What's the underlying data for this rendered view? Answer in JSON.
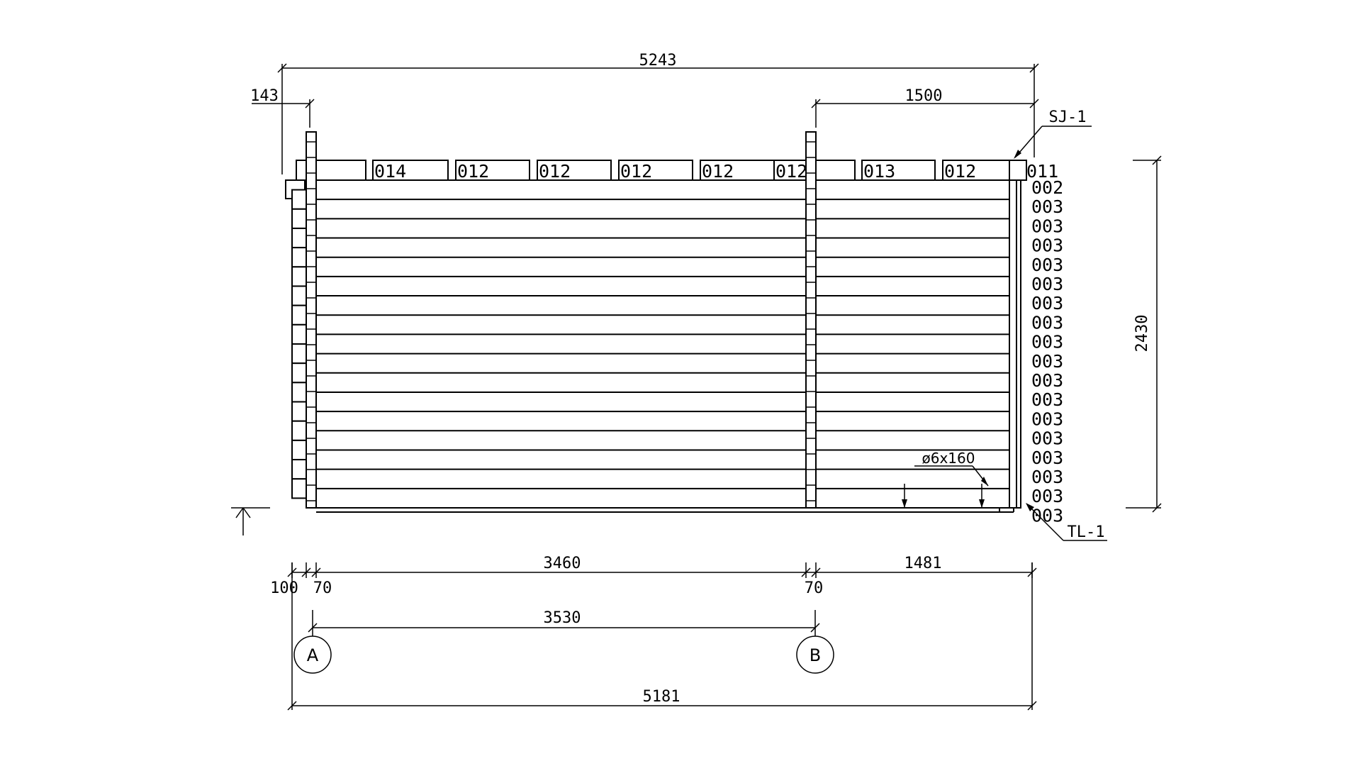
{
  "dimensions": {
    "overall_top": "5243",
    "left_offset": "143",
    "right_top": "1500",
    "height": "2430",
    "seg_3460": "3460",
    "seg_1481": "1481",
    "seg_100": "100",
    "seg_70_left": "70",
    "seg_70_right": "70",
    "axis_span": "3530",
    "overall_bottom": "5181"
  },
  "callouts": {
    "sj": "SJ-1",
    "tl": "TL-1",
    "bolt": "ø6x160"
  },
  "axes": [
    "A",
    "B"
  ],
  "top_parts": [
    {
      "label": "014"
    },
    {
      "label": "012"
    },
    {
      "label": "012"
    },
    {
      "label": "012"
    },
    {
      "label": "012"
    },
    {
      "label": "012"
    },
    {
      "label": "013"
    },
    {
      "label": "012"
    }
  ],
  "row_labels": [
    "011",
    "002",
    "003",
    "003",
    "003",
    "003",
    "003",
    "003",
    "003",
    "003",
    "003",
    "003",
    "003",
    "003",
    "003",
    "003",
    "003",
    "003",
    "003"
  ]
}
